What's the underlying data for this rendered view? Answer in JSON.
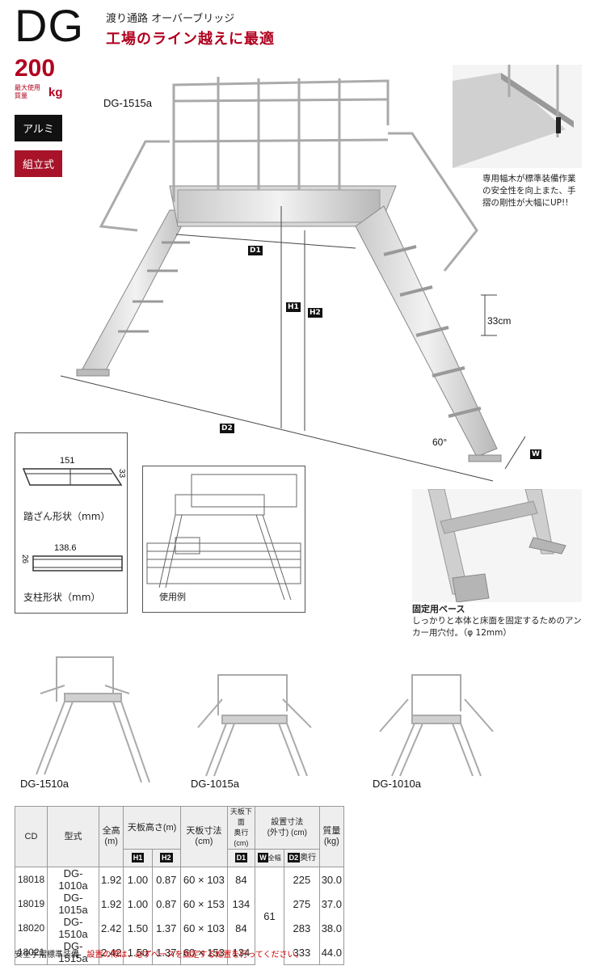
{
  "header": {
    "code": "DG",
    "subtitle": "渡り通路 オーバーブリッジ",
    "headline": "工場のライン越えに最適",
    "load_value": "200",
    "load_label_line1": "最大使用",
    "load_label_line2": "質量",
    "load_unit": "kg",
    "badge_material": "アルミ",
    "badge_assembly": "組立式",
    "colors": {
      "accent": "#b0001e",
      "badge_dark": "#111111"
    }
  },
  "main_figure": {
    "model": "DG-1515a",
    "dim_d1": "D1",
    "dim_h1": "H1",
    "dim_h2": "H2",
    "dim_d2": "D2",
    "dim_w": "W",
    "step_pitch": "33cm",
    "angle": "60°"
  },
  "detail_top": {
    "caption": "専用幅木が標準装備作業の安全性を向上また、手摺の剛性が大幅にUP!!"
  },
  "tread_section": {
    "width": "151",
    "height": "33",
    "caption": "踏ざん形状（mm）"
  },
  "post_section": {
    "width": "138.6",
    "height": "26",
    "caption": "支柱形状（mm）"
  },
  "usage_example": {
    "caption": "使用例"
  },
  "base_detail": {
    "title": "固定用ベース",
    "caption": "しっかりと本体と床面を固定するためのアンカー用穴付。（φ 12mm）"
  },
  "variants": [
    "DG-1510a",
    "DG-1015a",
    "DG-1010a"
  ],
  "table": {
    "headers": {
      "cd": "CD",
      "model": "型式",
      "total_height": "全高",
      "total_height_unit": "(m)",
      "top_height": "天板高さ(m)",
      "h1": "H1",
      "h2": "H2",
      "top_size": "天板寸法",
      "top_size_unit": "(cm)",
      "depth_under": "天板下面",
      "depth_under_2": "奥行(cm)",
      "d1": "D1",
      "install": "設置寸法",
      "install_2": "(外寸) (cm)",
      "w": "W",
      "w_suffix": "全幅",
      "d2": "D2",
      "d2_suffix": "奥行",
      "weight": "質量",
      "weight_unit": "(kg)"
    },
    "rows": [
      {
        "cd": "18018",
        "model": "DG-1010a",
        "total": "1.92",
        "h1": "1.00",
        "h2": "0.87",
        "top": "60 × 103",
        "d1": "84",
        "d2": "225",
        "weight": "30.0"
      },
      {
        "cd": "18019",
        "model": "DG-1015a",
        "total": "1.92",
        "h1": "1.00",
        "h2": "0.87",
        "top": "60 × 153",
        "d1": "134",
        "d2": "275",
        "weight": "37.0"
      },
      {
        "cd": "18020",
        "model": "DG-1510a",
        "total": "2.42",
        "h1": "1.50",
        "h2": "1.37",
        "top": "60 × 103",
        "d1": "84",
        "d2": "283",
        "weight": "38.0"
      },
      {
        "cd": "18021",
        "model": "DG-1515a",
        "total": "2.42",
        "h1": "1.50",
        "h2": "1.37",
        "top": "60 × 153",
        "d1": "134",
        "d2": "333",
        "weight": "44.0"
      }
    ],
    "w_merged": "61"
  },
  "footnote": {
    "left": "安全手摺標準装備",
    "right": "設置の際は、必ずベースを固定する処置を行ってください。"
  }
}
